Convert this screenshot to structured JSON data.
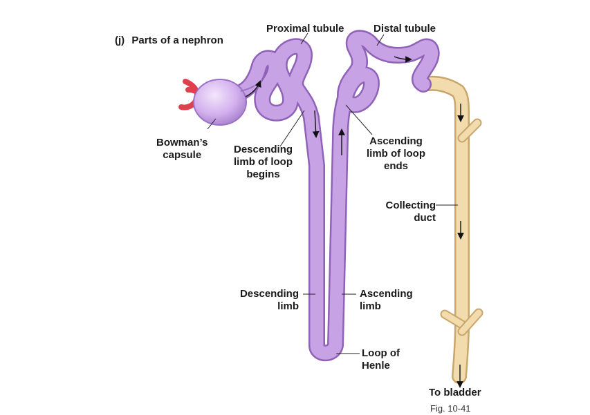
{
  "figure": {
    "part_letter": "(j)",
    "title": "Parts of a nephron",
    "footer_fragment": "Fig. 10-41"
  },
  "labels": {
    "proximal_tubule": "Proximal tubule",
    "distal_tubule": "Distal tubule",
    "bowmans_capsule": [
      "Bowman’s",
      "capsule"
    ],
    "descending_limb_begins": [
      "Descending",
      "limb of loop",
      "begins"
    ],
    "ascending_limb_ends": [
      "Ascending",
      "limb of loop",
      "ends"
    ],
    "collecting_duct": [
      "Collecting",
      "duct"
    ],
    "descending_limb": [
      "Descending",
      "limb"
    ],
    "ascending_limb": [
      "Ascending",
      "limb"
    ],
    "loop_of_henle": [
      "Loop of",
      "Henle"
    ],
    "to_bladder": "To bladder"
  },
  "colors": {
    "tubule_fill": "#c7a3e6",
    "tubule_edge": "#8f62b8",
    "capsule_fill": "#d9b8f0",
    "duct_fill": "#f2dcae",
    "duct_edge": "#c9a66b",
    "vessel": "#e0404e"
  }
}
